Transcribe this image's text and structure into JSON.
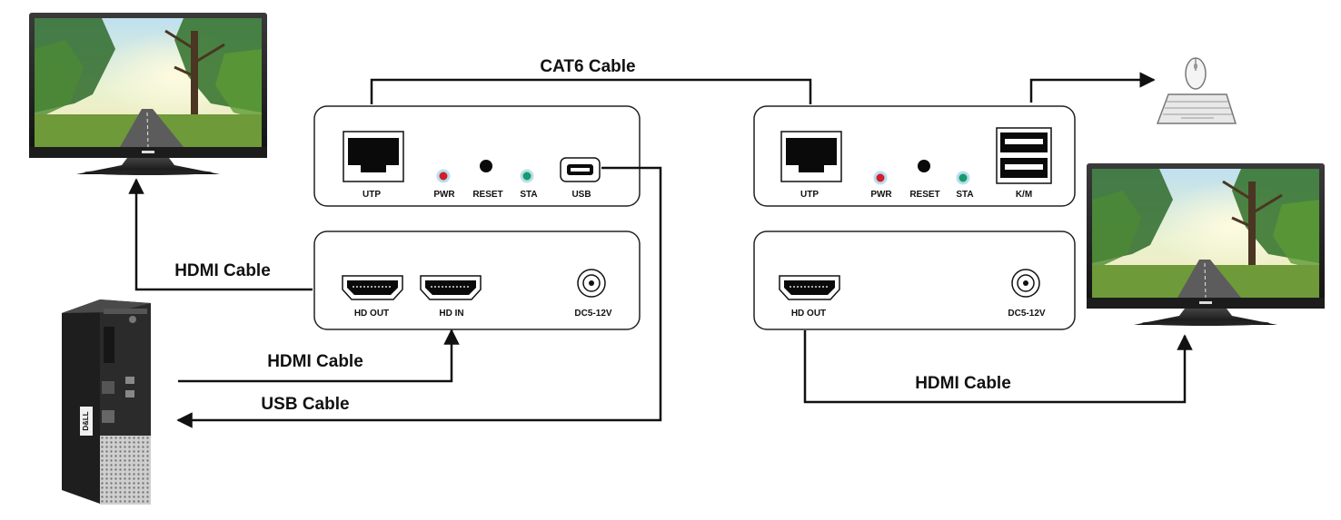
{
  "cables": {
    "cat6": "CAT6 Cable",
    "hdmi_to_monitor": "HDMI Cable",
    "hdmi_from_pc": "HDMI Cable",
    "usb_to_pc": "USB Cable",
    "hdmi_rx_to_monitor": "HDMI Cable"
  },
  "transmitter": {
    "top_panel": {
      "utp": "UTP",
      "pwr": "PWR",
      "reset": "RESET",
      "sta": "STA",
      "usb": "USB"
    },
    "bottom_panel": {
      "hd_out": "HD OUT",
      "hd_in": "HD IN",
      "dc": "DC5-12V"
    }
  },
  "receiver": {
    "top_panel": {
      "utp": "UTP",
      "pwr": "PWR",
      "reset": "RESET",
      "sta": "STA",
      "km": "K/M"
    },
    "bottom_panel": {
      "hd_out": "HD OUT",
      "dc": "DC5-12V"
    }
  },
  "pc": {
    "brand": "D&LL"
  },
  "colors": {
    "pwr_led": "#d0202a",
    "sta_led": "#1a9a6a",
    "line": "#111111",
    "panel_border": "#222222"
  },
  "icons": [
    "monitor-icon",
    "pc-tower-icon",
    "mouse-icon",
    "keyboard-icon",
    "rj45-port-icon",
    "hdmi-port-icon",
    "usb-port-icon",
    "dc-jack-icon",
    "arrow-icon"
  ]
}
